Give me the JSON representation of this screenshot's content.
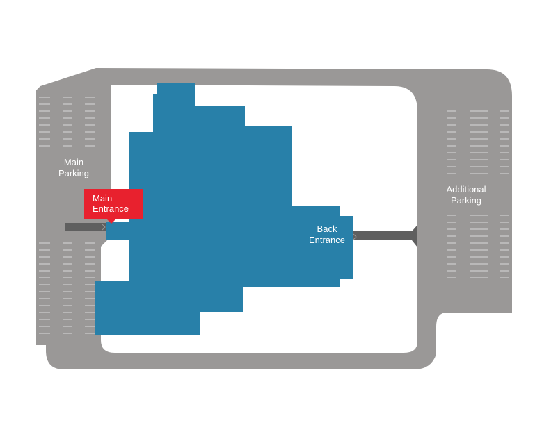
{
  "labels": {
    "main_parking": [
      "Main",
      "Parking"
    ],
    "additional_parking": [
      "Additional",
      "Parking"
    ],
    "back_entrance": [
      "Back",
      "Entrance"
    ],
    "main_entrance": [
      "Main",
      "Entrance"
    ]
  },
  "colors": {
    "lot": "#9a9897",
    "building": "#2880a9",
    "callout": "#e8212e",
    "walkway": "#5f5f5f",
    "stall_lines": "#d8d8d8",
    "label_text": "#ffffff"
  }
}
